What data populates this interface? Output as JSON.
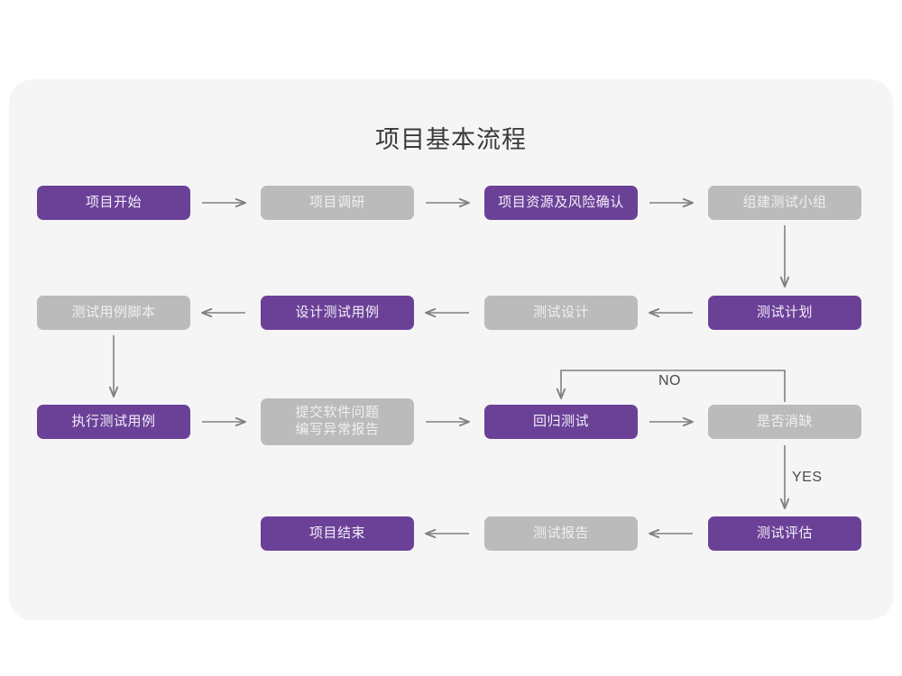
{
  "page": {
    "title": "项目基本流程",
    "background": "#ffffff",
    "card_background": "#f5f5f5",
    "accent_purple": "#6b4198",
    "muted_gray": "#bbbbbb",
    "arrow_color": "#808080"
  },
  "chart_data": {
    "type": "diagram",
    "title": "项目基本流程",
    "nodes": [
      {
        "id": "n1",
        "label": "项目开始",
        "style": "purple",
        "row": 1,
        "col": 1
      },
      {
        "id": "n2",
        "label": "项目调研",
        "style": "gray",
        "row": 1,
        "col": 2
      },
      {
        "id": "n3",
        "label": "项目资源及风险确认",
        "style": "purple",
        "row": 1,
        "col": 3
      },
      {
        "id": "n4",
        "label": "组建测试小组",
        "style": "gray",
        "row": 1,
        "col": 4
      },
      {
        "id": "n5",
        "label": "测试用例脚本",
        "style": "gray",
        "row": 2,
        "col": 1
      },
      {
        "id": "n6",
        "label": "设计测试用例",
        "style": "purple",
        "row": 2,
        "col": 2
      },
      {
        "id": "n7",
        "label": "测试设计",
        "style": "gray",
        "row": 2,
        "col": 3
      },
      {
        "id": "n8",
        "label": "测试计划",
        "style": "purple",
        "row": 2,
        "col": 4
      },
      {
        "id": "n9",
        "label": "执行测试用例",
        "style": "purple",
        "row": 3,
        "col": 1
      },
      {
        "id": "n10",
        "label": "提交软件问题",
        "label2": "编写异常报告",
        "style": "gray",
        "row": 3,
        "col": 2
      },
      {
        "id": "n11",
        "label": "回归测试",
        "style": "purple",
        "row": 3,
        "col": 3
      },
      {
        "id": "n12",
        "label": "是否消缺",
        "style": "gray",
        "row": 3,
        "col": 4
      },
      {
        "id": "n13",
        "label": "项目结束",
        "style": "purple",
        "row": 4,
        "col": 2
      },
      {
        "id": "n14",
        "label": "测试报告",
        "style": "gray",
        "row": 4,
        "col": 3
      },
      {
        "id": "n15",
        "label": "测试评估",
        "style": "purple",
        "row": 4,
        "col": 4
      }
    ],
    "edges": [
      {
        "from": "n1",
        "to": "n2",
        "label": "",
        "direction": "right"
      },
      {
        "from": "n2",
        "to": "n3",
        "label": "",
        "direction": "right"
      },
      {
        "from": "n3",
        "to": "n4",
        "label": "",
        "direction": "right"
      },
      {
        "from": "n4",
        "to": "n8",
        "label": "",
        "direction": "down"
      },
      {
        "from": "n8",
        "to": "n7",
        "label": "",
        "direction": "left"
      },
      {
        "from": "n7",
        "to": "n6",
        "label": "",
        "direction": "left"
      },
      {
        "from": "n6",
        "to": "n5",
        "label": "",
        "direction": "left"
      },
      {
        "from": "n5",
        "to": "n9",
        "label": "",
        "direction": "down"
      },
      {
        "from": "n9",
        "to": "n10",
        "label": "",
        "direction": "right"
      },
      {
        "from": "n10",
        "to": "n11",
        "label": "",
        "direction": "right"
      },
      {
        "from": "n11",
        "to": "n12",
        "label": "",
        "direction": "right"
      },
      {
        "from": "n12",
        "to": "n11",
        "label": "NO",
        "direction": "loop-up-left"
      },
      {
        "from": "n12",
        "to": "n15",
        "label": "YES",
        "direction": "down"
      },
      {
        "from": "n15",
        "to": "n14",
        "label": "",
        "direction": "left"
      },
      {
        "from": "n14",
        "to": "n13",
        "label": "",
        "direction": "left"
      }
    ],
    "edge_labels": {
      "no": "NO",
      "yes": "YES"
    }
  }
}
